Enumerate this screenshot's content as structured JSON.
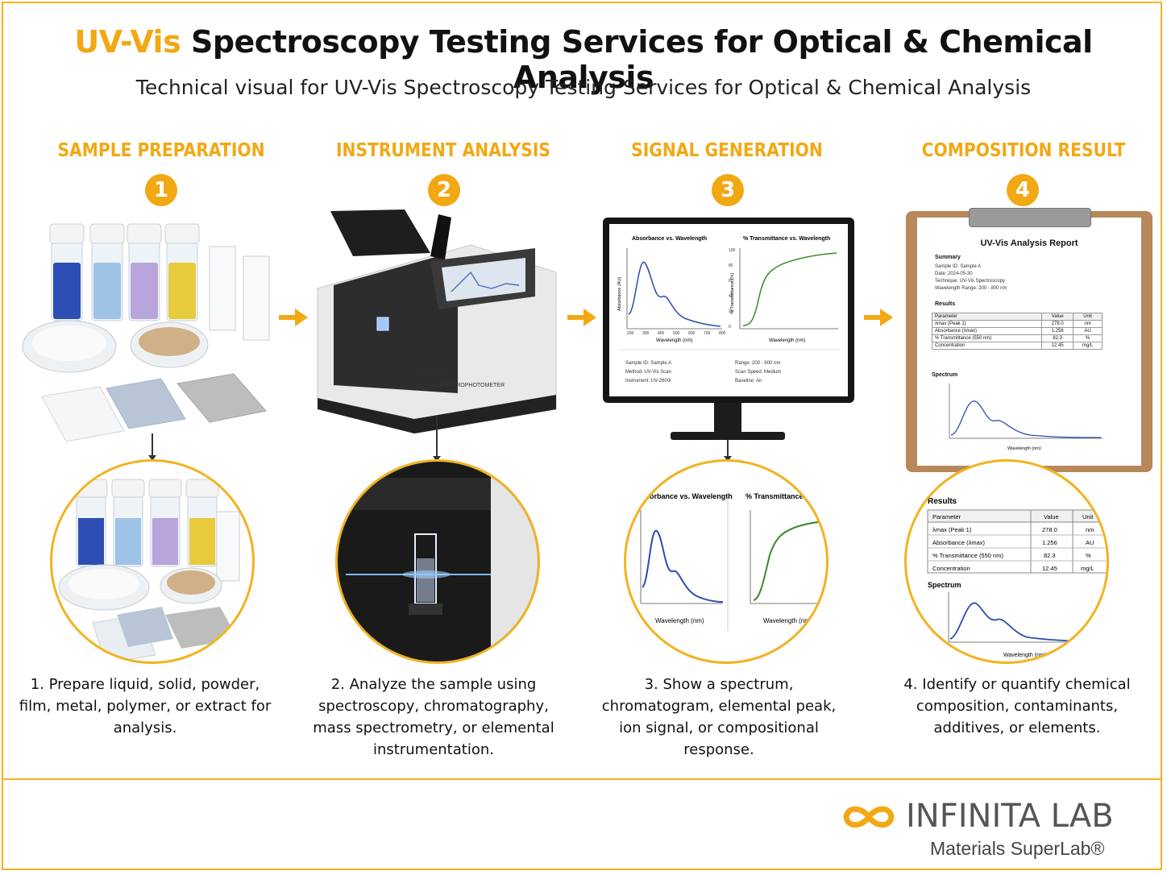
{
  "header": {
    "title_highlight": "UV-Vis",
    "title_rest": " Spectroscopy Testing Services for Optical & Chemical Analysis",
    "subtitle": "Technical visual for UV-Vis Spectroscopy Testing Services for Optical & Chemical Analysis"
  },
  "steps": [
    {
      "heading": "SAMPLE PREPARATION",
      "number": "1",
      "caption": "1. Prepare liquid, solid, powder, film, metal, polymer, or extract for analysis."
    },
    {
      "heading": "INSTRUMENT ANALYSIS",
      "number": "2",
      "caption": "2. Analyze the sample using spectroscopy, chromatography, mass spectrometry, or elemental instrumentation."
    },
    {
      "heading": "SIGNAL GENERATION",
      "number": "3",
      "caption": "3. Show a spectrum, chromatogram, elemental peak, ion signal, or compositional response."
    },
    {
      "heading": "COMPOSITION RESULT",
      "number": "4",
      "caption": "4. Identify or quantify chemical composition, contaminants, additives, or elements."
    }
  ],
  "instrument": {
    "model": "UV-2600i",
    "label": "UV-VIS SPECTROPHOTOMETER"
  },
  "monitor": {
    "chart1_title": "Absorbance vs. Wavelength",
    "chart2_title": "% Transmittance vs. Wavelength",
    "chart1_ylabel": "Absorbance (AU)",
    "chart2_ylabel": "% Transmittance (%)",
    "xlabel": "Wavelength (nm)",
    "info_left": [
      "Sample ID: Sample A",
      "Method: UV-Vis Scan",
      "Instrument: UV-2600i"
    ],
    "info_right": [
      "Range: 200 - 800 nm",
      "Scan Speed: Medium",
      "Baseline: Air"
    ],
    "chart1_xticks": [
      "200",
      "300",
      "400",
      "500",
      "600",
      "700",
      "800"
    ],
    "chart2_yticks": [
      "100",
      "80",
      "60",
      "40",
      "20",
      "0"
    ]
  },
  "report": {
    "title": "UV-Vis Analysis Report",
    "summary_label": "Summary",
    "summary_lines": [
      "Sample ID: Sample A",
      "Date: 2024-05-30",
      "Technique: UV-Vis Spectroscopy",
      "Wavelength Range: 200 - 800 nm"
    ],
    "results_label": "Results",
    "columns": [
      "Parameter",
      "Value",
      "Unit"
    ],
    "rows": [
      [
        "λmax (Peak 1)",
        "278.0",
        "nm"
      ],
      [
        "Absorbance (λmax)",
        "1.256",
        "AU"
      ],
      [
        "% Transmittance (550 nm)",
        "82.3",
        "%"
      ],
      [
        "Concentration",
        "12.45",
        "mg/L"
      ]
    ],
    "spectrum_label": "Spectrum",
    "spectrum_xlabel": "Wavelength (nm)"
  },
  "logo": {
    "name": "INFINITA LAB",
    "tagline": "Materials SuperLab®"
  },
  "colors": {
    "accent": "#f2a813",
    "absorbance_line": "#2a4db0",
    "transmittance_line": "#3a8a2a"
  }
}
